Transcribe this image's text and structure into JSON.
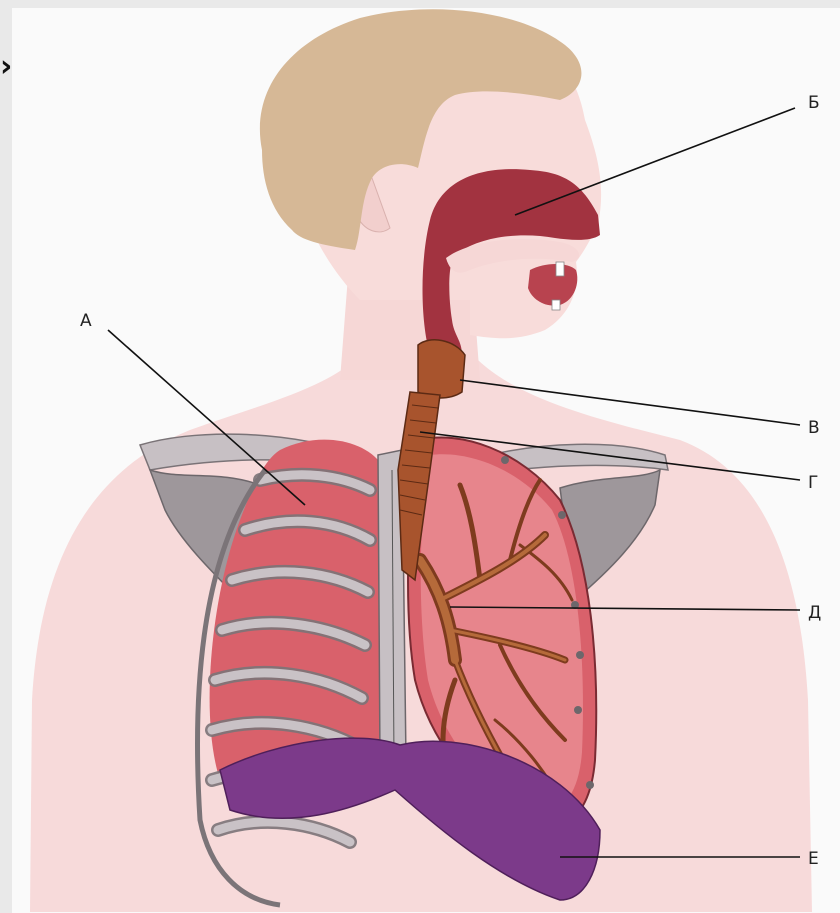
{
  "labels": {
    "a": "А",
    "b": "Б",
    "v": "В",
    "g": "Г",
    "d": "Д",
    "e": "Е"
  },
  "nav_glyph": "›"
}
